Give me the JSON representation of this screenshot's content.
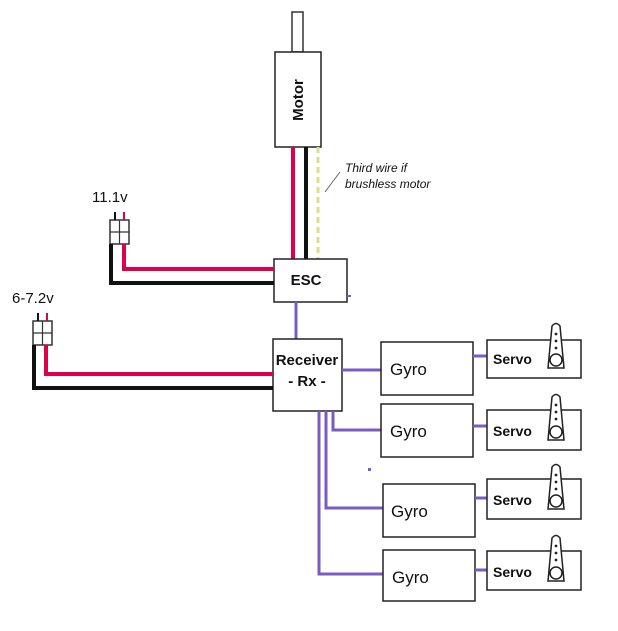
{
  "labels": {
    "motor": "Motor",
    "note_line1": "Third wire if",
    "note_line2": "brushless motor",
    "battery_main": "11.1v",
    "battery_rx": "6-7.2v",
    "esc": "ESC",
    "receiver_line1": "Receiver",
    "receiver_line2": "- Rx -",
    "gyro": "Gyro",
    "servo": "Servo"
  },
  "channels": [
    {
      "gyro": "Gyro",
      "servo": "Servo"
    },
    {
      "gyro": "Gyro",
      "servo": "Servo"
    },
    {
      "gyro": "Gyro",
      "servo": "Servo"
    },
    {
      "gyro": "Gyro",
      "servo": "Servo"
    }
  ],
  "colors": {
    "power_positive": "#e0004a",
    "ground": "#111111",
    "signal": "#7a5bbf",
    "third_wire": "#d9e08a",
    "box_stroke": "#333333"
  }
}
